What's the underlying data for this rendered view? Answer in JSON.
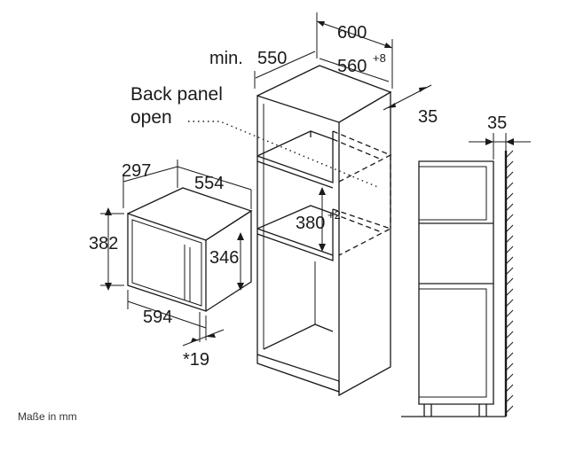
{
  "diagram": {
    "dimensions": {
      "niche_height": "600",
      "min_depth_prefix": "min.",
      "min_depth": "550",
      "niche_width": "560",
      "niche_width_tol": "+8",
      "wall_gap_cabinet": "35",
      "wall_gap_side": "35",
      "niche_opening": "380",
      "niche_opening_tol": "+2",
      "appliance_depth": "297",
      "appliance_width_top": "554",
      "appliance_height": "382",
      "door_height": "346",
      "appliance_width": "594",
      "door_protrusion": "*19"
    },
    "labels": {
      "back_panel_line1": "Back panel",
      "back_panel_line2": "open"
    },
    "footer": "Maße in mm"
  }
}
